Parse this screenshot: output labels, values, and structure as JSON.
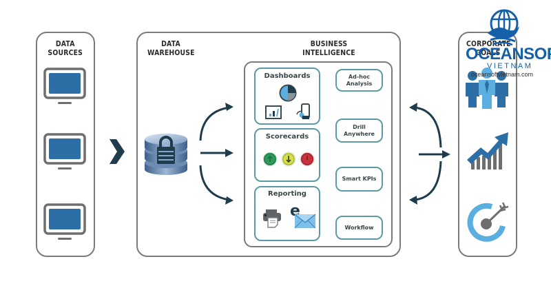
{
  "data_sources": {
    "title_line1": "DATA",
    "title_line2": "SOURCES",
    "monitors": [
      "monitor-1",
      "monitor-2",
      "monitor-3"
    ]
  },
  "warehouse": {
    "title_line1": "DATA",
    "title_line2": "WAREHOUSE"
  },
  "bi": {
    "title_line1": "BUSINESS",
    "title_line2": "INTELLIGENCE",
    "modules": {
      "dashboards": "Dashboards",
      "scorecards": "Scorecards",
      "reporting": "Reporting"
    },
    "features": [
      "Ad-hoc\nAnalysis",
      "Drill\nAnywhere",
      "Smart KPIs",
      "Workflow"
    ],
    "feature_lines": {
      "adhoc_1": "Ad-hoc",
      "adhoc_2": "Analysis",
      "drill_1": "Drill",
      "drill_2": "Anywhere",
      "kpis": "Smart KPIs",
      "workflow": "Workflow"
    },
    "scorecard_indicators": [
      {
        "status": "up",
        "color": "#2e9b5a"
      },
      {
        "status": "down",
        "color": "#d6e04a"
      },
      {
        "status": "alert",
        "color": "#c8323c"
      }
    ],
    "email_letter": "e"
  },
  "corporate_goals": {
    "title_line1": "CORPORATE",
    "title_line2": "GOALS"
  },
  "watermark": {
    "brand": "OCEANSOFT",
    "sub": "VIETNAM",
    "url": "oceansoftvietnam.com"
  },
  "colors": {
    "panel_border": "#7a7a7a",
    "box_border": "#5b9aa5",
    "arrow": "#1f3c4c",
    "monitor_screen": "#2c6ea6",
    "brand_blue": "#1560a8",
    "light_blue": "#5aaee0"
  }
}
